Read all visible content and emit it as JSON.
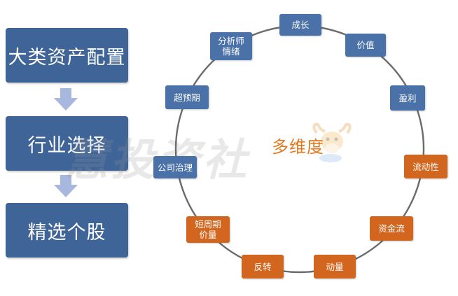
{
  "flow": {
    "steps": [
      "大类资产配置",
      "行业选择",
      "精选个股"
    ]
  },
  "cycle": {
    "center_label": "多维度",
    "nodes": [
      {
        "id": "growth",
        "text": "成长",
        "color": "blue"
      },
      {
        "id": "value",
        "text": "价值",
        "color": "blue"
      },
      {
        "id": "profit",
        "text": "盈利",
        "color": "blue"
      },
      {
        "id": "liquidity",
        "text": "流动性",
        "color": "orange"
      },
      {
        "id": "capital-flow",
        "text": "资金流",
        "color": "orange"
      },
      {
        "id": "momentum",
        "text": "动量",
        "color": "orange"
      },
      {
        "id": "reversal",
        "text": "反转",
        "color": "orange"
      },
      {
        "id": "short-term-price-volume",
        "lines": [
          "短周期",
          "价量"
        ],
        "color": "orange"
      },
      {
        "id": "corporate-governance",
        "text": "公司治理",
        "color": "blue"
      },
      {
        "id": "super-expectation",
        "text": "超预期",
        "color": "blue"
      },
      {
        "id": "analyst-sentiment",
        "lines": [
          "分析师",
          "情绪"
        ],
        "color": "blue"
      }
    ]
  },
  "watermark": {
    "text": "慧投资社"
  },
  "colors": {
    "flow_box": "#3F6598",
    "flow_arrow": "#A8B7DE",
    "node_blue": "#4A71A8",
    "node_orange": "#D2661E",
    "circle_stroke": "#6B6B6B",
    "center_text": "#E07820"
  }
}
